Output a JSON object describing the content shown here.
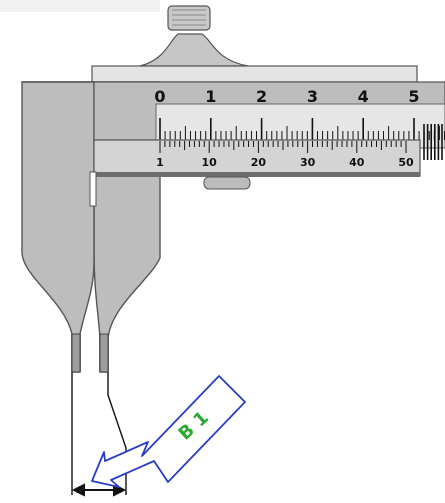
{
  "main_scale": {
    "labels": [
      "0",
      "1",
      "2",
      "3",
      "4",
      "5"
    ]
  },
  "vernier_scale": {
    "labels": [
      "1",
      "10",
      "20",
      "30",
      "40",
      "50"
    ]
  },
  "callout": {
    "label": "B 1"
  },
  "colors": {
    "body": "#bdbdbd",
    "outline": "#555555",
    "scale_face": "#e6e6e6",
    "callout_stroke": "#2a3cc8",
    "callout_text": "#2aa830"
  }
}
